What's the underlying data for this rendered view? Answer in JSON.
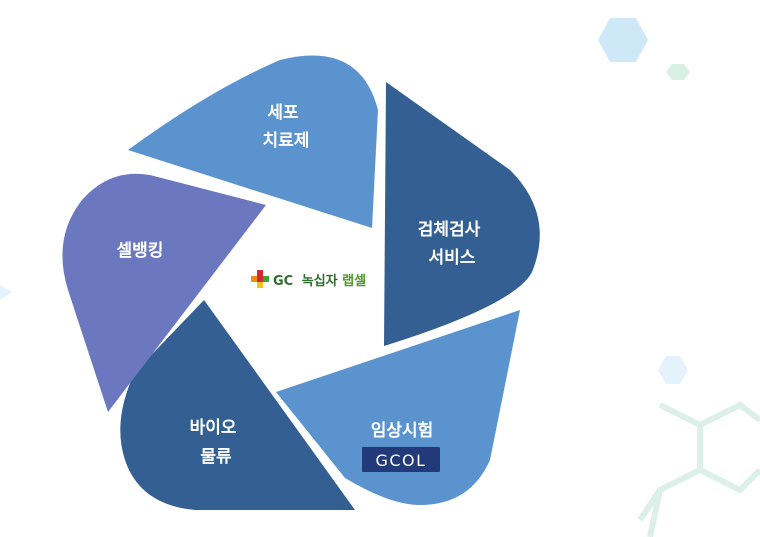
{
  "center_logo": {
    "brand": "GC",
    "name_part1": "녹십자",
    "name_part2": "랩셀",
    "brand_color": "#2f6e2f",
    "accent_color": "#4c9a2a",
    "cross_colors": [
      "#d7282f",
      "#f08c1a",
      "#3aa33a",
      "#f4c21a"
    ]
  },
  "segments": [
    {
      "id": "cell-therapy",
      "lines": [
        "세포",
        "치료제"
      ],
      "color": "#5b93cf"
    },
    {
      "id": "specimen-testing",
      "lines": [
        "검체검사",
        "서비스"
      ],
      "color": "#335f92"
    },
    {
      "id": "clinical-trial",
      "lines": [
        "임상시험"
      ],
      "color": "#5b93cf"
    },
    {
      "id": "bio-logistics",
      "lines": [
        "바이오",
        "물류"
      ],
      "color": "#335f92"
    },
    {
      "id": "cell-banking",
      "lines": [
        "셀뱅킹"
      ],
      "color": "#6b78c0"
    }
  ],
  "gcol_badge": {
    "text": "GCOL",
    "bg": "#223a7a",
    "fg": "#ffffff"
  },
  "decor_colors": {
    "hex_light": "#cfe8f7",
    "hex_green": "#d9efe6",
    "molecule": "#dcefe9"
  }
}
